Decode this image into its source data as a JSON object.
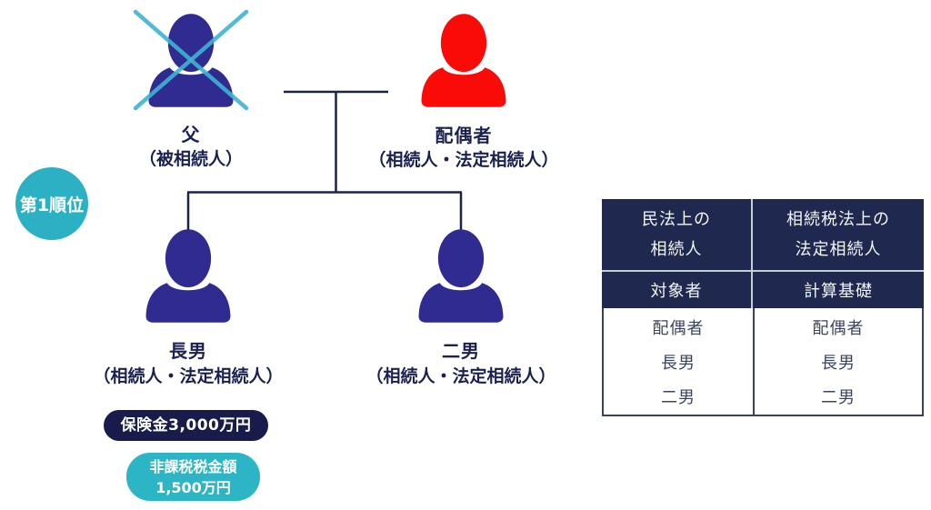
{
  "diagram": {
    "rank_badge": {
      "label": "第1順位",
      "bg": "#2cb1c4"
    },
    "persons": {
      "father": {
        "name": "父",
        "role": "（被相続人）",
        "color": "#2f2b91"
      },
      "spouse": {
        "name": "配偶者",
        "role": "（相続人・法定相続人）",
        "color": "#fb0b08"
      },
      "eldest_son": {
        "name": "長男",
        "role": "（相続人・法定相続人）",
        "color": "#2f2b91"
      },
      "second_son": {
        "name": "二男",
        "role": "（相続人・法定相続人）",
        "color": "#2f2b91"
      }
    },
    "cross_color": "#3fb2d1",
    "line_color": "#1b2347",
    "badges": {
      "insurance": {
        "label": "保険金3,000万円",
        "bg": "#191b4a"
      },
      "tax_free": {
        "line1": "非課税税金額",
        "line2": "1,500万円",
        "bg": "#2bb5c5"
      }
    }
  },
  "table": {
    "header_bg": "#1f2950",
    "columns": [
      {
        "header_line1": "民法上の",
        "header_line2": "相続人",
        "subheader": "対象者",
        "rows": [
          "配偶者",
          "長男",
          "二男"
        ]
      },
      {
        "header_line1": "相続税法上の",
        "header_line2": "法定相続人",
        "subheader": "計算基礎",
        "rows": [
          "配偶者",
          "長男",
          "二男"
        ]
      }
    ]
  }
}
